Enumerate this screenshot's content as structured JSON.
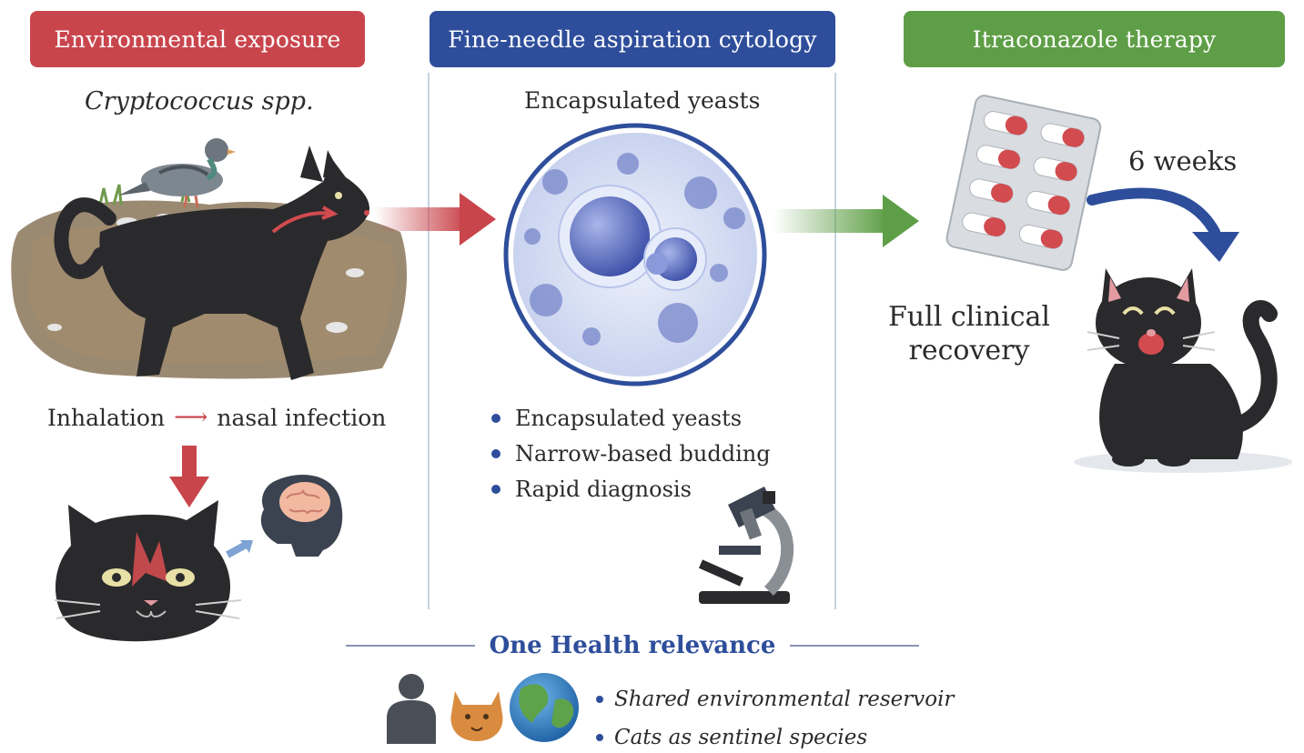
{
  "stages": {
    "exposure": {
      "label": "Environmental exposure",
      "color": "#c9454c"
    },
    "cytology": {
      "label": "Fine-needle aspiration cytology",
      "color": "#2e4e9b"
    },
    "therapy": {
      "label": "Itraconazole therapy",
      "color": "#5e9e46"
    }
  },
  "exposure": {
    "pathogen": "Cryptococcus spp.",
    "route_from": "Inhalation",
    "route_to": "nasal infection"
  },
  "cytology": {
    "title": "Encapsulated yeasts",
    "findings": [
      "Encapsulated yeasts",
      "Narrow-based budding",
      "Rapid diagnosis"
    ]
  },
  "therapy": {
    "duration": "6 weeks",
    "outcome": "Full clinical recovery"
  },
  "one_health": {
    "title": "One Health relevance",
    "points": [
      "Shared environmental reservoir",
      "Cats as sentinel species"
    ]
  },
  "icons": [
    "pigeon-icon",
    "cat-icon",
    "brain-icon",
    "cell-icon",
    "microscope-icon",
    "pill-blister-icon",
    "happy-cat-icon",
    "person-icon",
    "globe-icon"
  ]
}
